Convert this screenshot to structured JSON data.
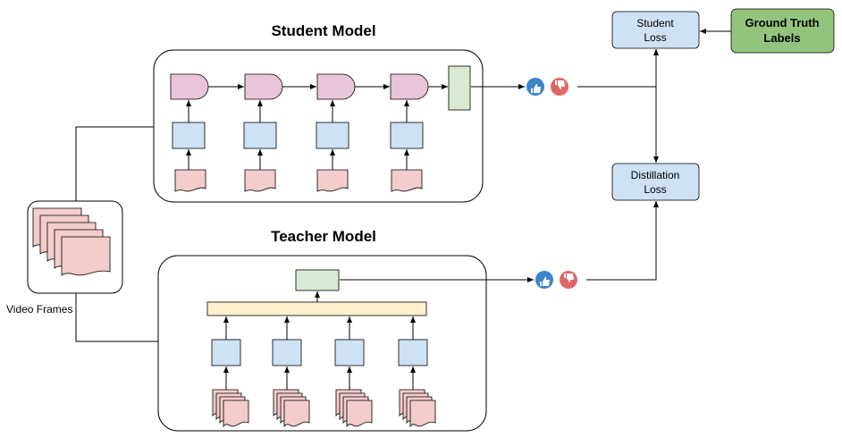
{
  "diagram": {
    "student_title": "Student Model",
    "teacher_title": "Teacher Model",
    "video_frames_label": "Video Frames",
    "student_loss": [
      "Student",
      "Loss"
    ],
    "distillation_loss": [
      "Distillation",
      "Loss"
    ],
    "ground_truth": [
      "Ground Truth",
      "Labels"
    ],
    "icons": [
      "thumbs-up-icon",
      "thumbs-down-icon"
    ],
    "colors": {
      "lstm_fill": "#e8c5d8",
      "feature_fill": "#cfe2f3",
      "frame_fill": "#f4cccc",
      "output_fill": "#d9ead3",
      "aggregator_fill": "#fff2cc",
      "loss_fill": "#cfe2f3",
      "ground_truth_fill": "#93c47d",
      "thumbs_up": "#3d85c6",
      "thumbs_down": "#e06666"
    }
  }
}
